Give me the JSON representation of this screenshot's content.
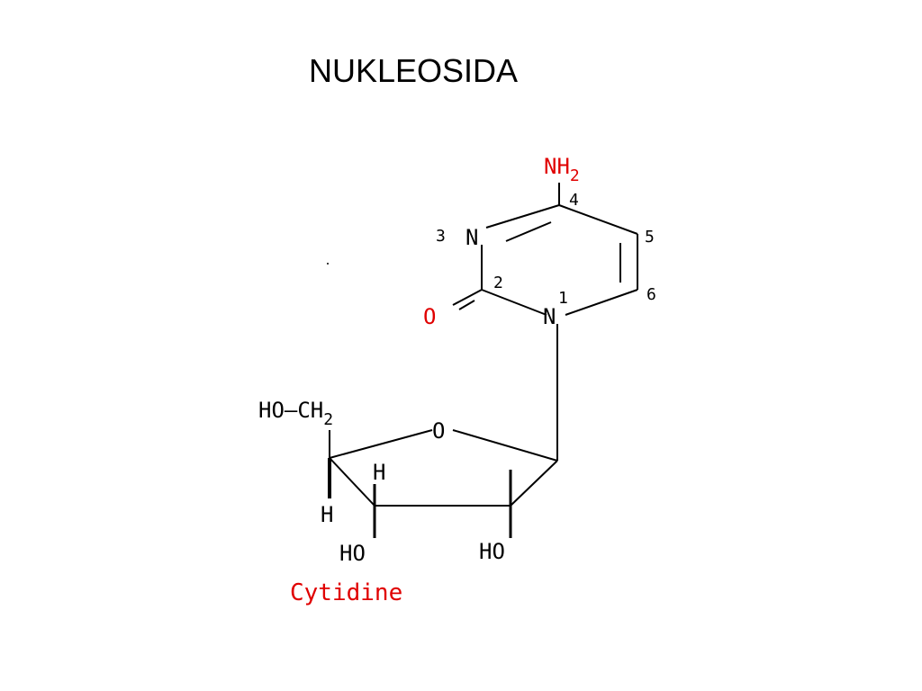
{
  "slide": {
    "title": "NUKLEOSIDA"
  },
  "colors": {
    "heteroatom": "#e00000",
    "bond": "#000000"
  },
  "molecule": {
    "name": "Cytidine",
    "amine": {
      "main": "NH",
      "sub": "2"
    },
    "carbonyl_oxygen": "O",
    "n3": "N",
    "n1": "N",
    "ring_numbers": {
      "n4": "4",
      "n3": "3",
      "n5": "5",
      "n2": "2",
      "n1": "1",
      "n6": "6"
    },
    "sugar": {
      "hoch2": {
        "main": "HO–CH",
        "sub": "2"
      },
      "ring_oxygen": "O",
      "h_upper": "H",
      "h_lower": "H",
      "ho_left": "HO",
      "ho_right": "HO"
    }
  }
}
